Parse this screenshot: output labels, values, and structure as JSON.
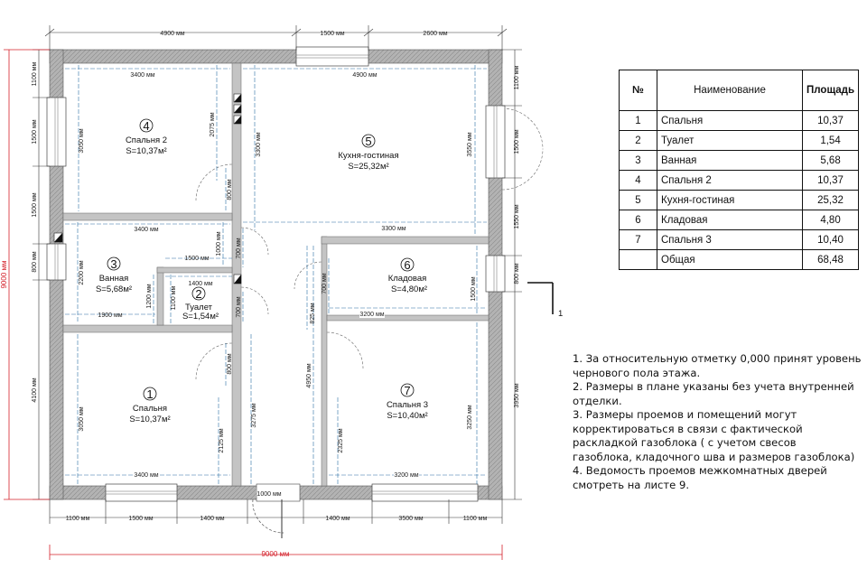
{
  "top_dims": [
    "4900 мм",
    "1500 мм",
    "2600 мм"
  ],
  "bottom_dims": [
    "1100 мм",
    "1500 мм",
    "1400 мм",
    "1000 мм",
    "1400 мм",
    "3500 мм",
    "1100 мм"
  ],
  "overall_width": "9000 мм",
  "overall_height": "9000 мм",
  "left_dims": [
    "1100 мм",
    "1500 мм",
    "1500 мм",
    "800 мм",
    "4100 мм"
  ],
  "right_dims": [
    "1100 мм",
    "1500 мм",
    "1550 мм",
    "800 мм",
    "3950 мм"
  ],
  "inner_dims": {
    "d3400a": "3400 мм",
    "d4900": "4900 мм",
    "d3050a": "3050 мм",
    "d2075": "2075 мм",
    "d3300v": "3300 мм",
    "d3550": "3550 мм",
    "d800a": "800 мм",
    "d3400b": "3400 мм",
    "d3300h": "3300 мм",
    "d2200": "2200 мм",
    "d1000": "1000 мм",
    "d700a": "700 мм",
    "d1500": "1500 мм",
    "d1400": "1400 мм",
    "d1200": "1200 мм",
    "d1100": "1100 мм",
    "d700b": "700 мм",
    "d1900": "1900 мм",
    "d825": "825 мм",
    "d4950": "4950 мм",
    "d700c": "700 мм",
    "d1500v": "1500 мм",
    "d3200a": "3200 мм",
    "d800b": "800 мм",
    "d3050b": "3050 мм",
    "d2125": "2125 мм",
    "d3275": "3275 мм",
    "d2325": "2325 мм",
    "d3250": "3250 мм",
    "d3400c": "3400 мм",
    "d3200b": "3200 мм",
    "d1000door": "1000 мм"
  },
  "rooms": [
    {
      "num": "4",
      "name": "Спальня 2",
      "area": "S=10,37м²"
    },
    {
      "num": "5",
      "name": "Кухня-гостиная",
      "area": "S=25,32м²"
    },
    {
      "num": "3",
      "name": "Ванная",
      "area": "S=5,68м²"
    },
    {
      "num": "2",
      "name": "Туалет",
      "area": "S=1,54м²"
    },
    {
      "num": "6",
      "name": "Кладовая",
      "area": "S=4,80м²"
    },
    {
      "num": "1",
      "name": "Спальня",
      "area": "S=10,37м²"
    },
    {
      "num": "7",
      "name": "Спальня 3",
      "area": "S=10,40м²"
    }
  ],
  "section_mark": "1",
  "table": {
    "headers": [
      "№",
      "Наименование",
      "Площадь"
    ],
    "rows": [
      {
        "n": "1",
        "name": "Спальня",
        "area": "10,37"
      },
      {
        "n": "2",
        "name": "Туалет",
        "area": "1,54"
      },
      {
        "n": "3",
        "name": "Ванная",
        "area": "5,68"
      },
      {
        "n": "4",
        "name": "Спальня 2",
        "area": "10,37"
      },
      {
        "n": "5",
        "name": "Кухня-гостиная",
        "area": "25,32"
      },
      {
        "n": "6",
        "name": "Кладовая",
        "area": "4,80"
      },
      {
        "n": "7",
        "name": "Спальня 3",
        "area": "10,40"
      },
      {
        "n": "",
        "name": "Общая",
        "area": "68,48"
      }
    ]
  },
  "notes": [
    "1. За относительную отметку 0,000 принят уровень",
    "чернового пола этажа.",
    "2. Размеры в плане указаны без учета внутренней",
    "отделки.",
    "3. Размеры проемов и помещений могут",
    "корректироваться в связи с фактической",
    "раскладкой газоблока ( с учетом свесов",
    "газоблока, кладочного шва и размеров газоблока)",
    "4. Ведомость проемов межкомнатных дверей",
    "смотреть на листе 9."
  ]
}
